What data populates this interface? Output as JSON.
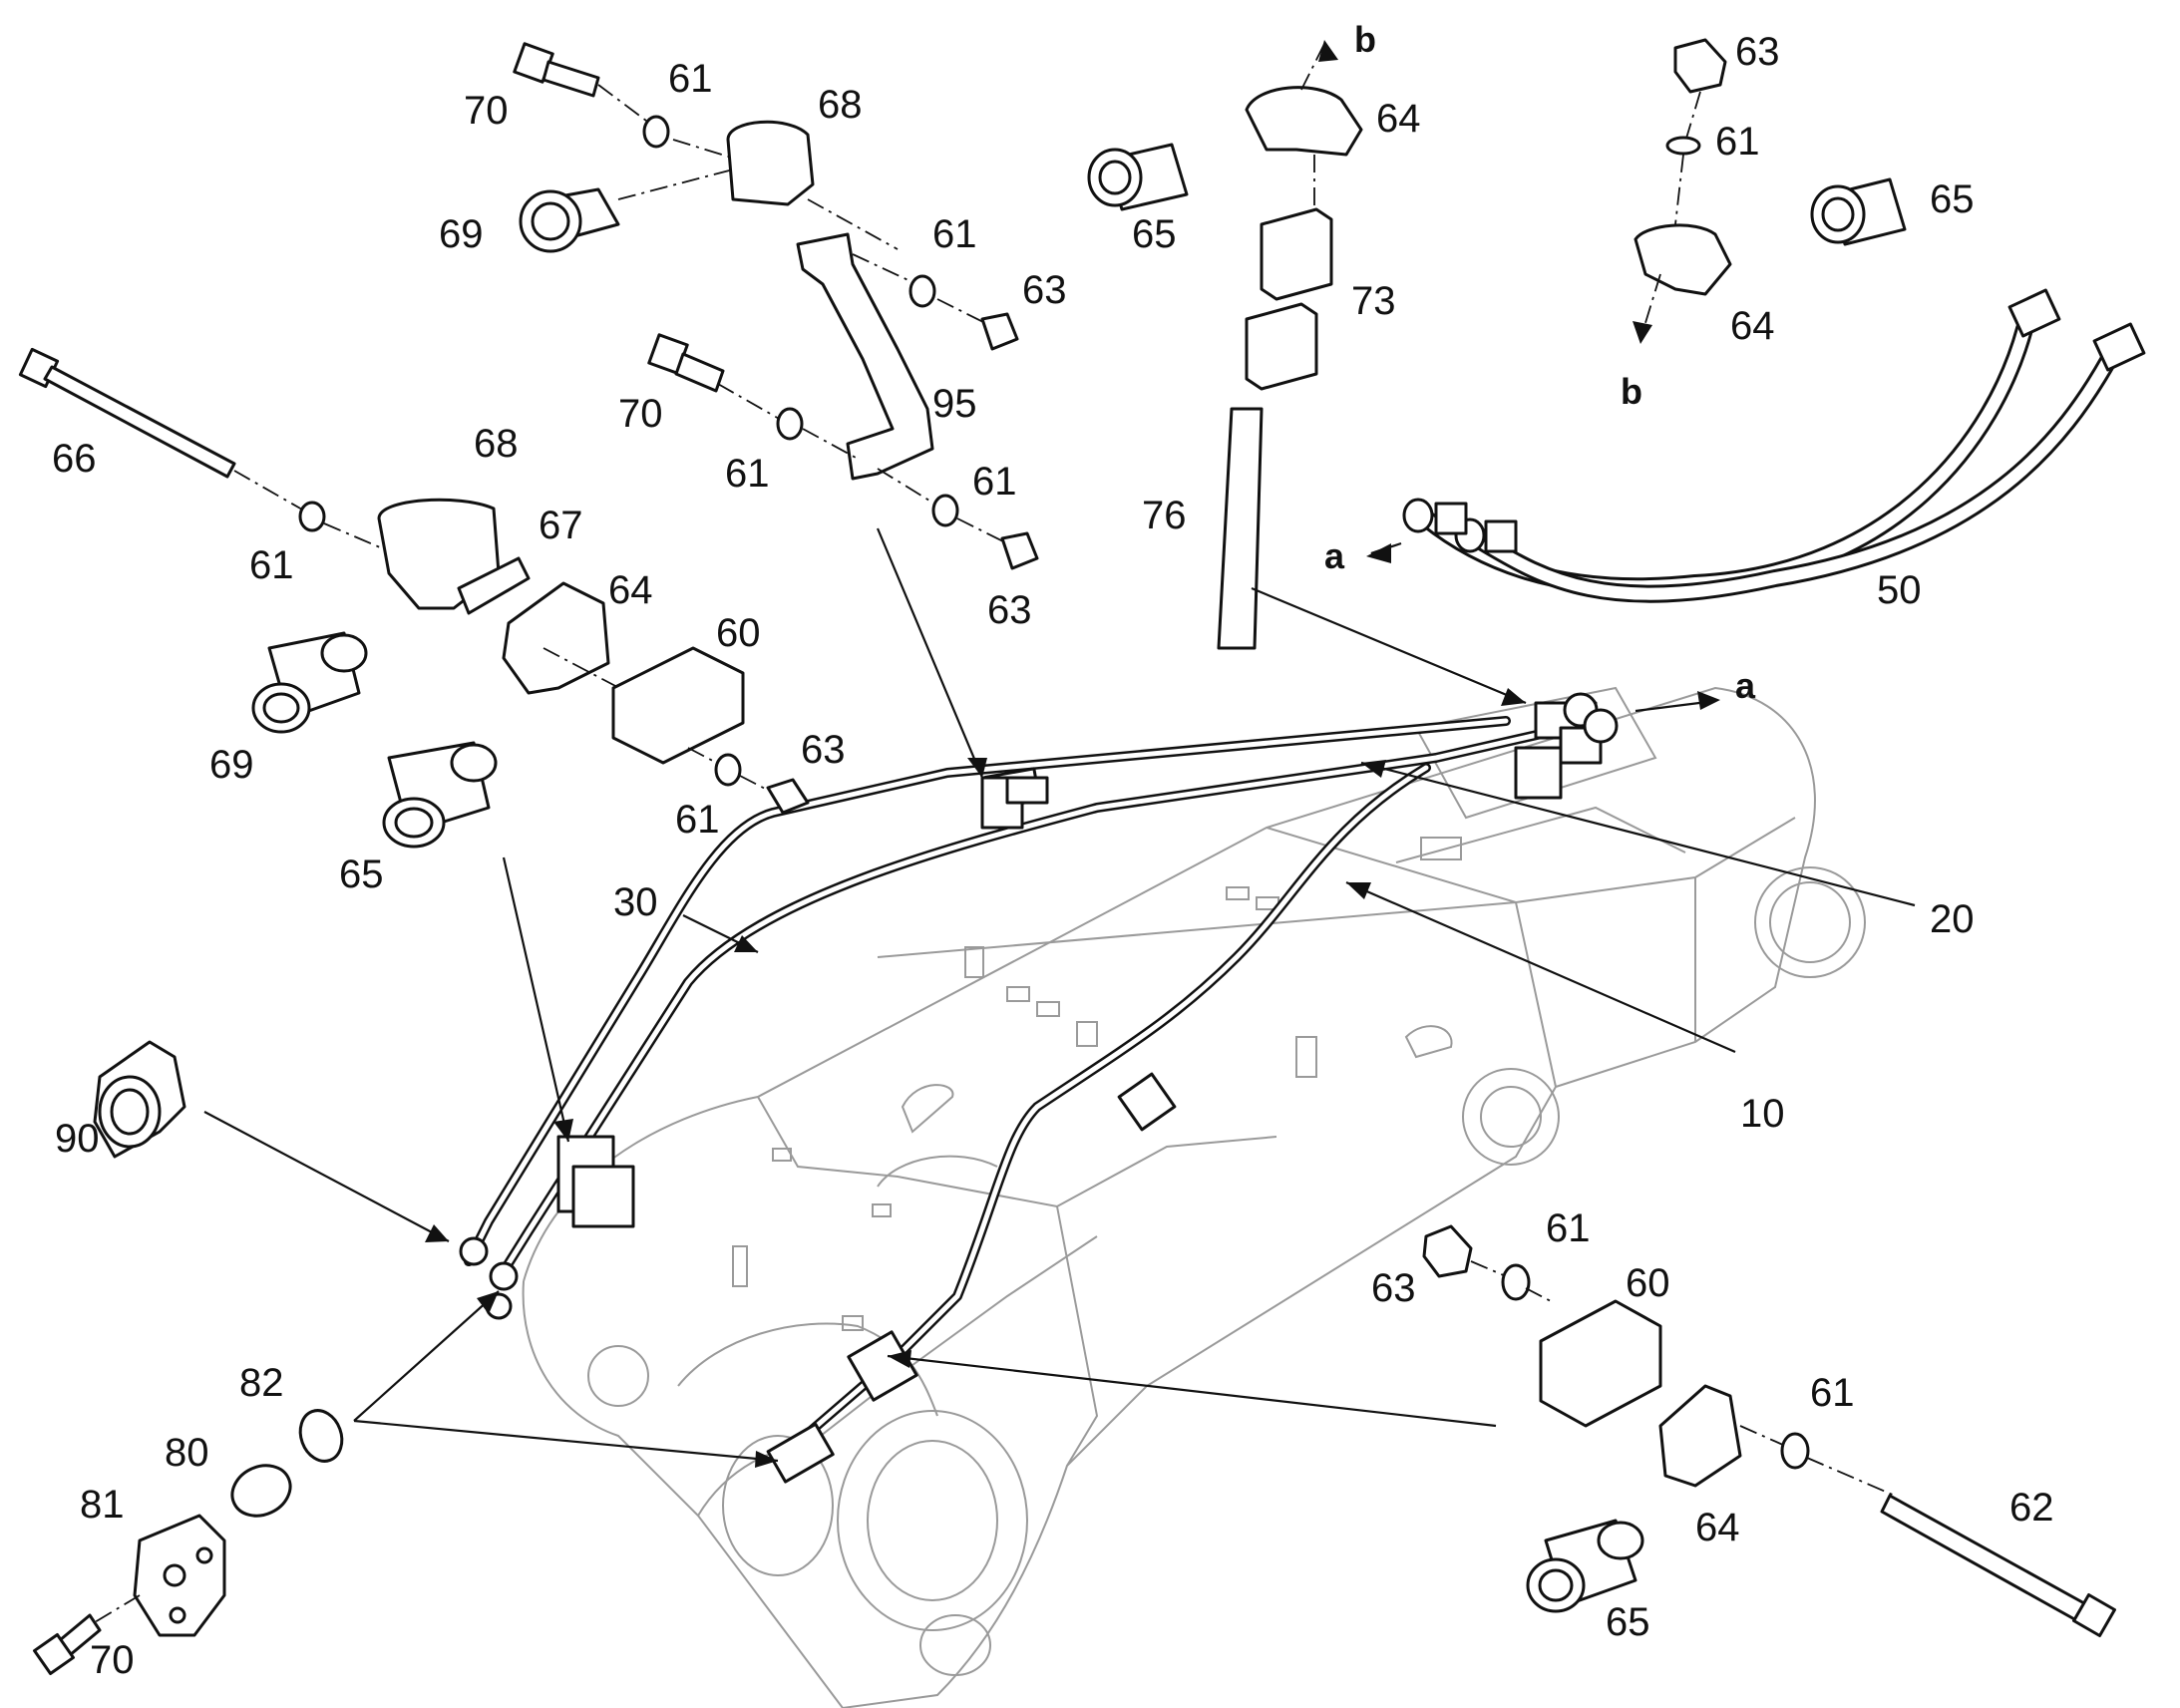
{
  "callouts": {
    "c70a": "70",
    "c61a": "61",
    "c68a": "68",
    "c69a": "69",
    "c61b": "61",
    "c63a": "63",
    "c70b": "70",
    "c95": "95",
    "c61c": "61",
    "c61d": "61",
    "c63b": "63",
    "c66": "66",
    "c68b": "68",
    "c67": "67",
    "c64a": "64",
    "c60a": "60",
    "c61e": "61",
    "c69b": "69",
    "c63c": "63",
    "c61f": "61",
    "c65a": "65",
    "c65b": "65",
    "c64b": "64",
    "c73": "73",
    "c76": "76",
    "c63d": "63",
    "c61g": "61",
    "c65c": "65",
    "c64c": "64",
    "c50": "50",
    "c30": "30",
    "c20": "20",
    "c10": "10",
    "c90": "90",
    "c82": "82",
    "c80": "80",
    "c81": "81",
    "c70c": "70",
    "c63e": "63",
    "c61h": "61",
    "c60b": "60",
    "c61i": "61",
    "c62": "62",
    "c64d": "64",
    "c65d": "65"
  },
  "direction_markers": {
    "b_top": "b",
    "b_bottom": "b",
    "a_hose": "a",
    "a_boom": "a"
  }
}
